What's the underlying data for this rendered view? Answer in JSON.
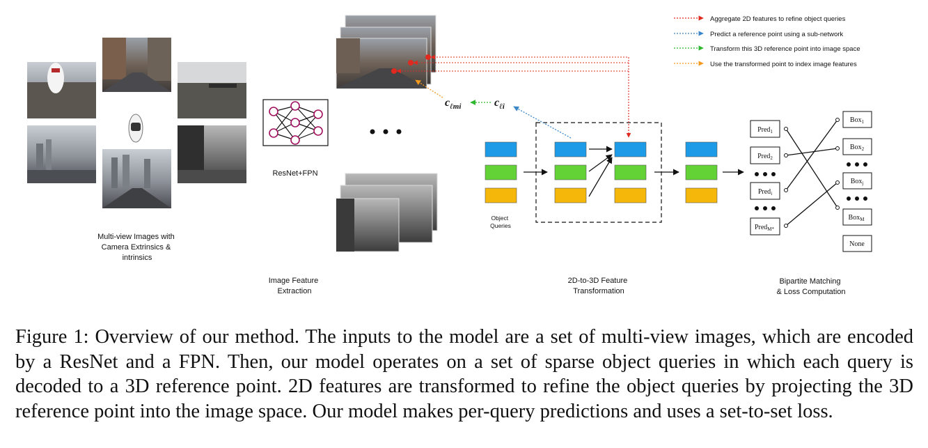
{
  "legend": {
    "items": [
      {
        "label": "Aggregate 2D features to refine object queries",
        "color": "#e0291f"
      },
      {
        "label": "Predict a reference point using a sub-network",
        "color": "#3a86c8"
      },
      {
        "label": "Transform this 3D reference point into image space",
        "color": "#2fb82f"
      },
      {
        "label": "Use the transformed point to index image features",
        "color": "#f39a1e"
      }
    ]
  },
  "sections": {
    "multiview": "Multi-view Images with Camera Extrinsics & intrinsics",
    "multiview_lines": [
      "Multi-view Images with",
      "Camera Extrinsics &",
      "intrinsics"
    ],
    "backbone": "ResNet+FPN",
    "extraction_lines": [
      "Image Feature",
      "Extraction"
    ],
    "transform_lines": [
      "2D-to-3D Feature",
      "Transformation"
    ],
    "matching_lines": [
      "Bipartite Matching",
      "& Loss Computation"
    ],
    "object_queries_lines": [
      "Object",
      "Queries"
    ]
  },
  "symbols": {
    "c_lmi": "c",
    "c_lmi_sub": "ℓmi",
    "c_li": "c",
    "c_li_sub": "ℓi"
  },
  "matching": {
    "preds": [
      {
        "base": "Pred",
        "sub": "1"
      },
      {
        "base": "Pred",
        "sub": "2"
      },
      {
        "base": "Pred",
        "sub": "i"
      },
      {
        "base": "Pred",
        "sub": "M*"
      }
    ],
    "boxes": [
      {
        "base": "Box",
        "sub": "1"
      },
      {
        "base": "Box",
        "sub": "2"
      },
      {
        "base": "Box",
        "sub": "j"
      },
      {
        "base": "Box",
        "sub": "M"
      }
    ],
    "none_label": "None"
  },
  "colors": {
    "query_blue": "#1e9be6",
    "query_green": "#62d236",
    "query_yellow": "#f5b70a",
    "node_purple": "#a0105e"
  },
  "caption": "Figure 1: Overview of our method. The inputs to the model are a set of multi-view images, which are encoded by a ResNet and a FPN. Then, our model operates on a set of sparse object queries in which each query is decoded to a 3D reference point. 2D features are transformed to refine the object queries by projecting the 3D reference point into the image space. Our model makes per-query predictions and uses a set-to-set loss."
}
